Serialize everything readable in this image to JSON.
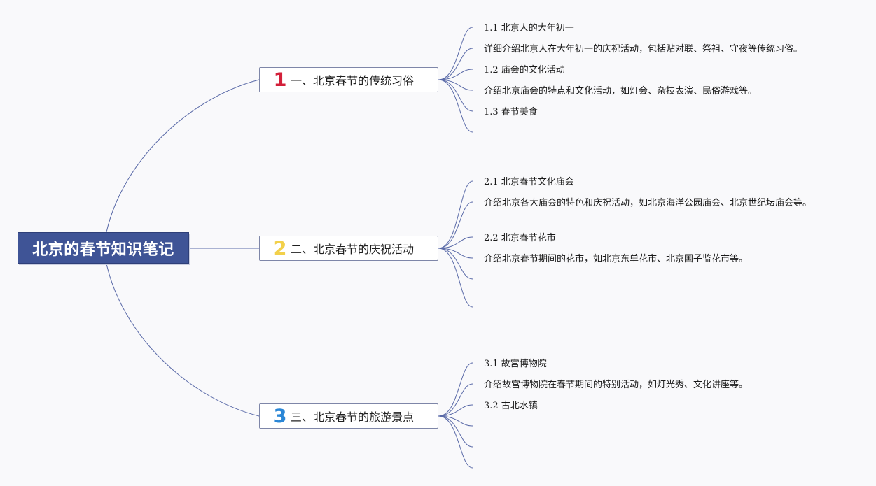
{
  "root": {
    "title": "北京的春节知识笔记"
  },
  "colors": {
    "root_bg": "#3f5496",
    "line": "#5a6aa8",
    "num1": "#d3203a",
    "num2": "#f2d04a",
    "num3": "#2a86d6"
  },
  "topics": [
    {
      "number": "1",
      "label": "一、北京春节的传统习俗",
      "items": [
        "1.1 北京人的大年初一",
        "详细介绍北京人在大年初一的庆祝活动，包括贴对联、祭祖、守夜等传统习俗。",
        "1.2 庙会的文化活动",
        "介绍北京庙会的特点和文化活动，如灯会、杂技表演、民俗游戏等。",
        "1.3 春节美食",
        ""
      ]
    },
    {
      "number": "2",
      "label": "二、北京春节的庆祝活动",
      "items": [
        "2.1 北京春节文化庙会",
        "介绍北京各大庙会的特色和庆祝活动，如北京海洋公园庙会、北京世纪坛庙会等。",
        "2.2 北京春节花市",
        "介绍北京春节期间的花市，如北京东单花市、北京国子监花市等。",
        "",
        ""
      ]
    },
    {
      "number": "3",
      "label": "三、北京春节的旅游景点",
      "items": [
        "3.1 故宫博物院",
        "介绍故宫博物院在春节期间的特别活动，如灯光秀、文化讲座等。",
        "3.2 古北水镇",
        "",
        "",
        ""
      ]
    }
  ]
}
